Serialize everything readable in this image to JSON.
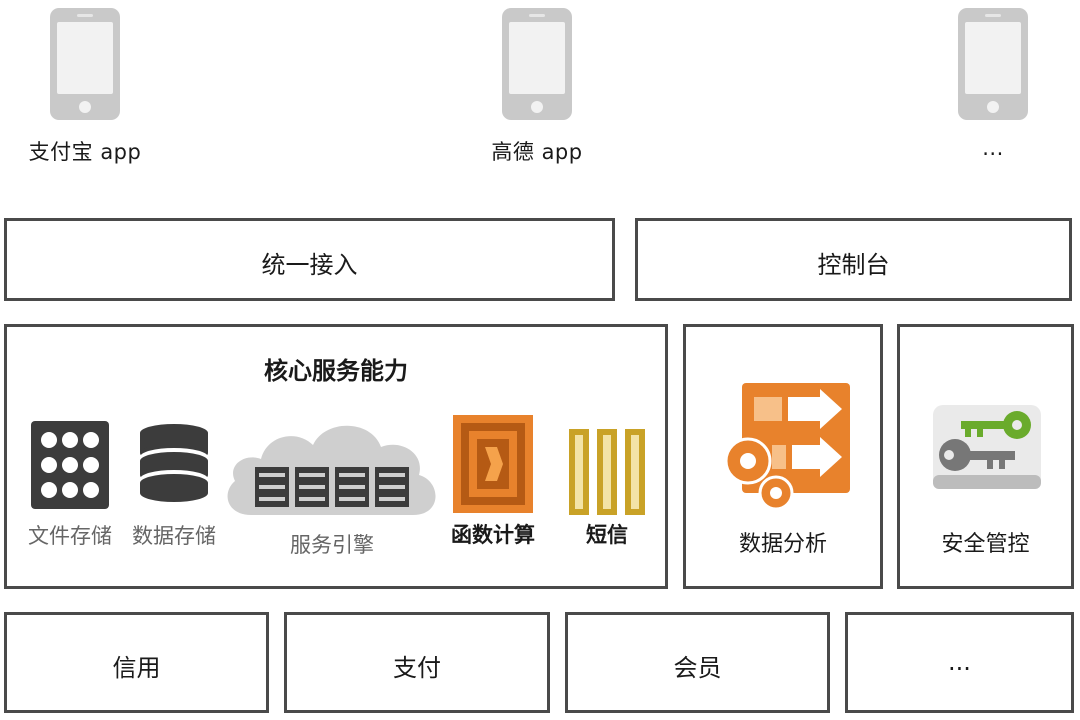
{
  "apps": [
    {
      "label": "支付宝 app"
    },
    {
      "label": "高德 app"
    },
    {
      "label": "..."
    }
  ],
  "access": {
    "label": "统一接入"
  },
  "console": {
    "label": "控制台"
  },
  "core": {
    "title": "核心服务能力",
    "items": [
      {
        "label": "文件存储",
        "icon": "grid-storage-icon"
      },
      {
        "label": "数据存储",
        "icon": "database-icon"
      },
      {
        "label": "服务引擎",
        "icon": "cloud-server-icon"
      },
      {
        "label": "函数计算",
        "icon": "lambda-function-icon"
      },
      {
        "label": "短信",
        "icon": "sms-bars-icon"
      }
    ]
  },
  "analytics": {
    "label": "数据分析",
    "icon": "data-pipeline-icon"
  },
  "security": {
    "label": "安全管控",
    "icon": "keys-icon"
  },
  "business": [
    {
      "label": "信用"
    },
    {
      "label": "支付"
    },
    {
      "label": "会员"
    },
    {
      "label": "..."
    }
  ],
  "colors": {
    "border": "#4a4a4a",
    "orange": "#e8822c",
    "gold": "#c9a227",
    "green": "#6aab2c",
    "dark": "#3c3c3c"
  }
}
